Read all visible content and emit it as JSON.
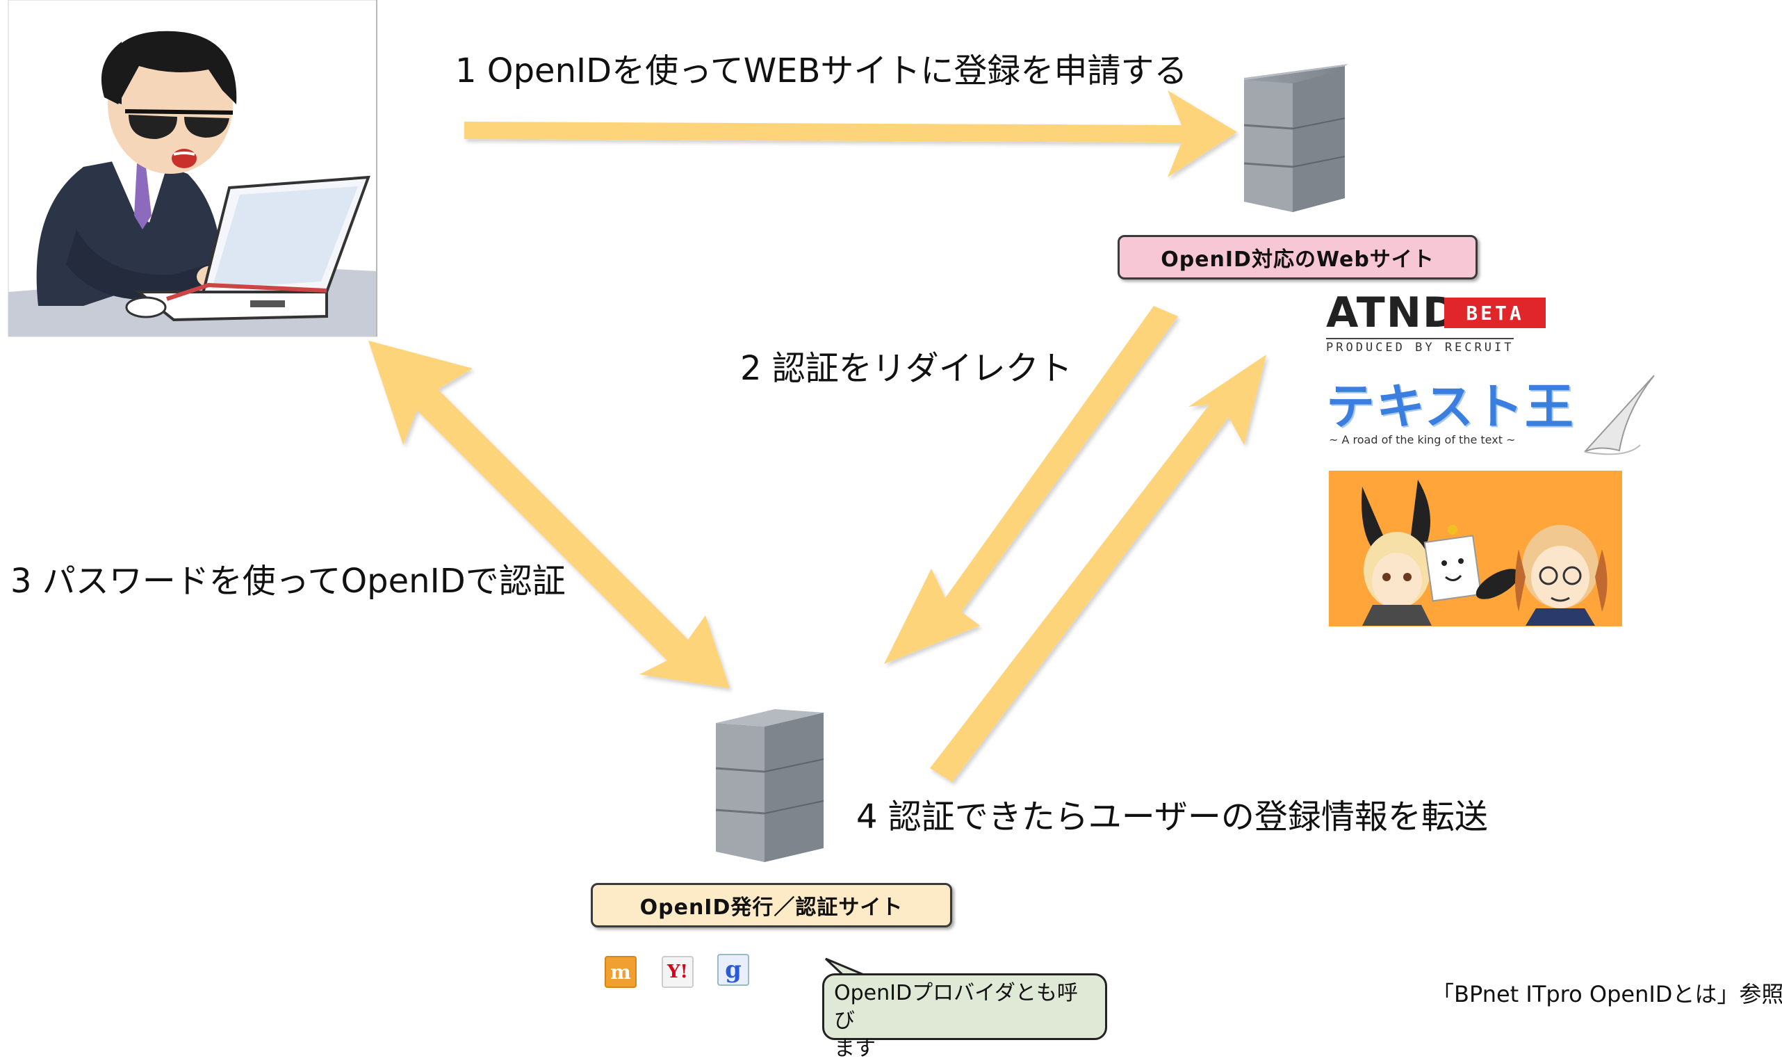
{
  "steps": {
    "step1": "1  OpenIDを使ってWEBサイトに登録を申請する",
    "step2": "2  認証をリダイレクト",
    "step3": "3  パスワードを使ってOpenIDで認証",
    "step4": "4  認証できたらユーザーの登録情報を転送"
  },
  "sites": {
    "web_site_label": "OpenID対応のWebサイト",
    "provider_label": "OpenID発行／認証サイト"
  },
  "web_examples": {
    "atnd_title": "ATND",
    "atnd_badge": "BETA",
    "atnd_sub": "PRODUCED BY RECRUIT",
    "tekisuto_title": "テキスト王",
    "tekisuto_sub": "~ A road of the king of the text ~"
  },
  "providers": {
    "mixi_glyph": "m",
    "yahoo_glyph": "Y!",
    "google_glyph": "g"
  },
  "bubble": {
    "line1": "OpenIDプロバイダとも呼び",
    "line2": "ます"
  },
  "reference": "「BPnet ITpro OpenIDとは」参照",
  "colors": {
    "arrow": "#fdd47a",
    "web_label_bg": "#f7c7d6",
    "provider_label_bg": "#fdebc8",
    "server": "#8f959c",
    "bubble_bg": "#dfe9d6",
    "illustration_bg": "#ffa53a"
  },
  "icons": {
    "user": "user-at-laptop-illustration",
    "server": "server-tower-icon"
  }
}
